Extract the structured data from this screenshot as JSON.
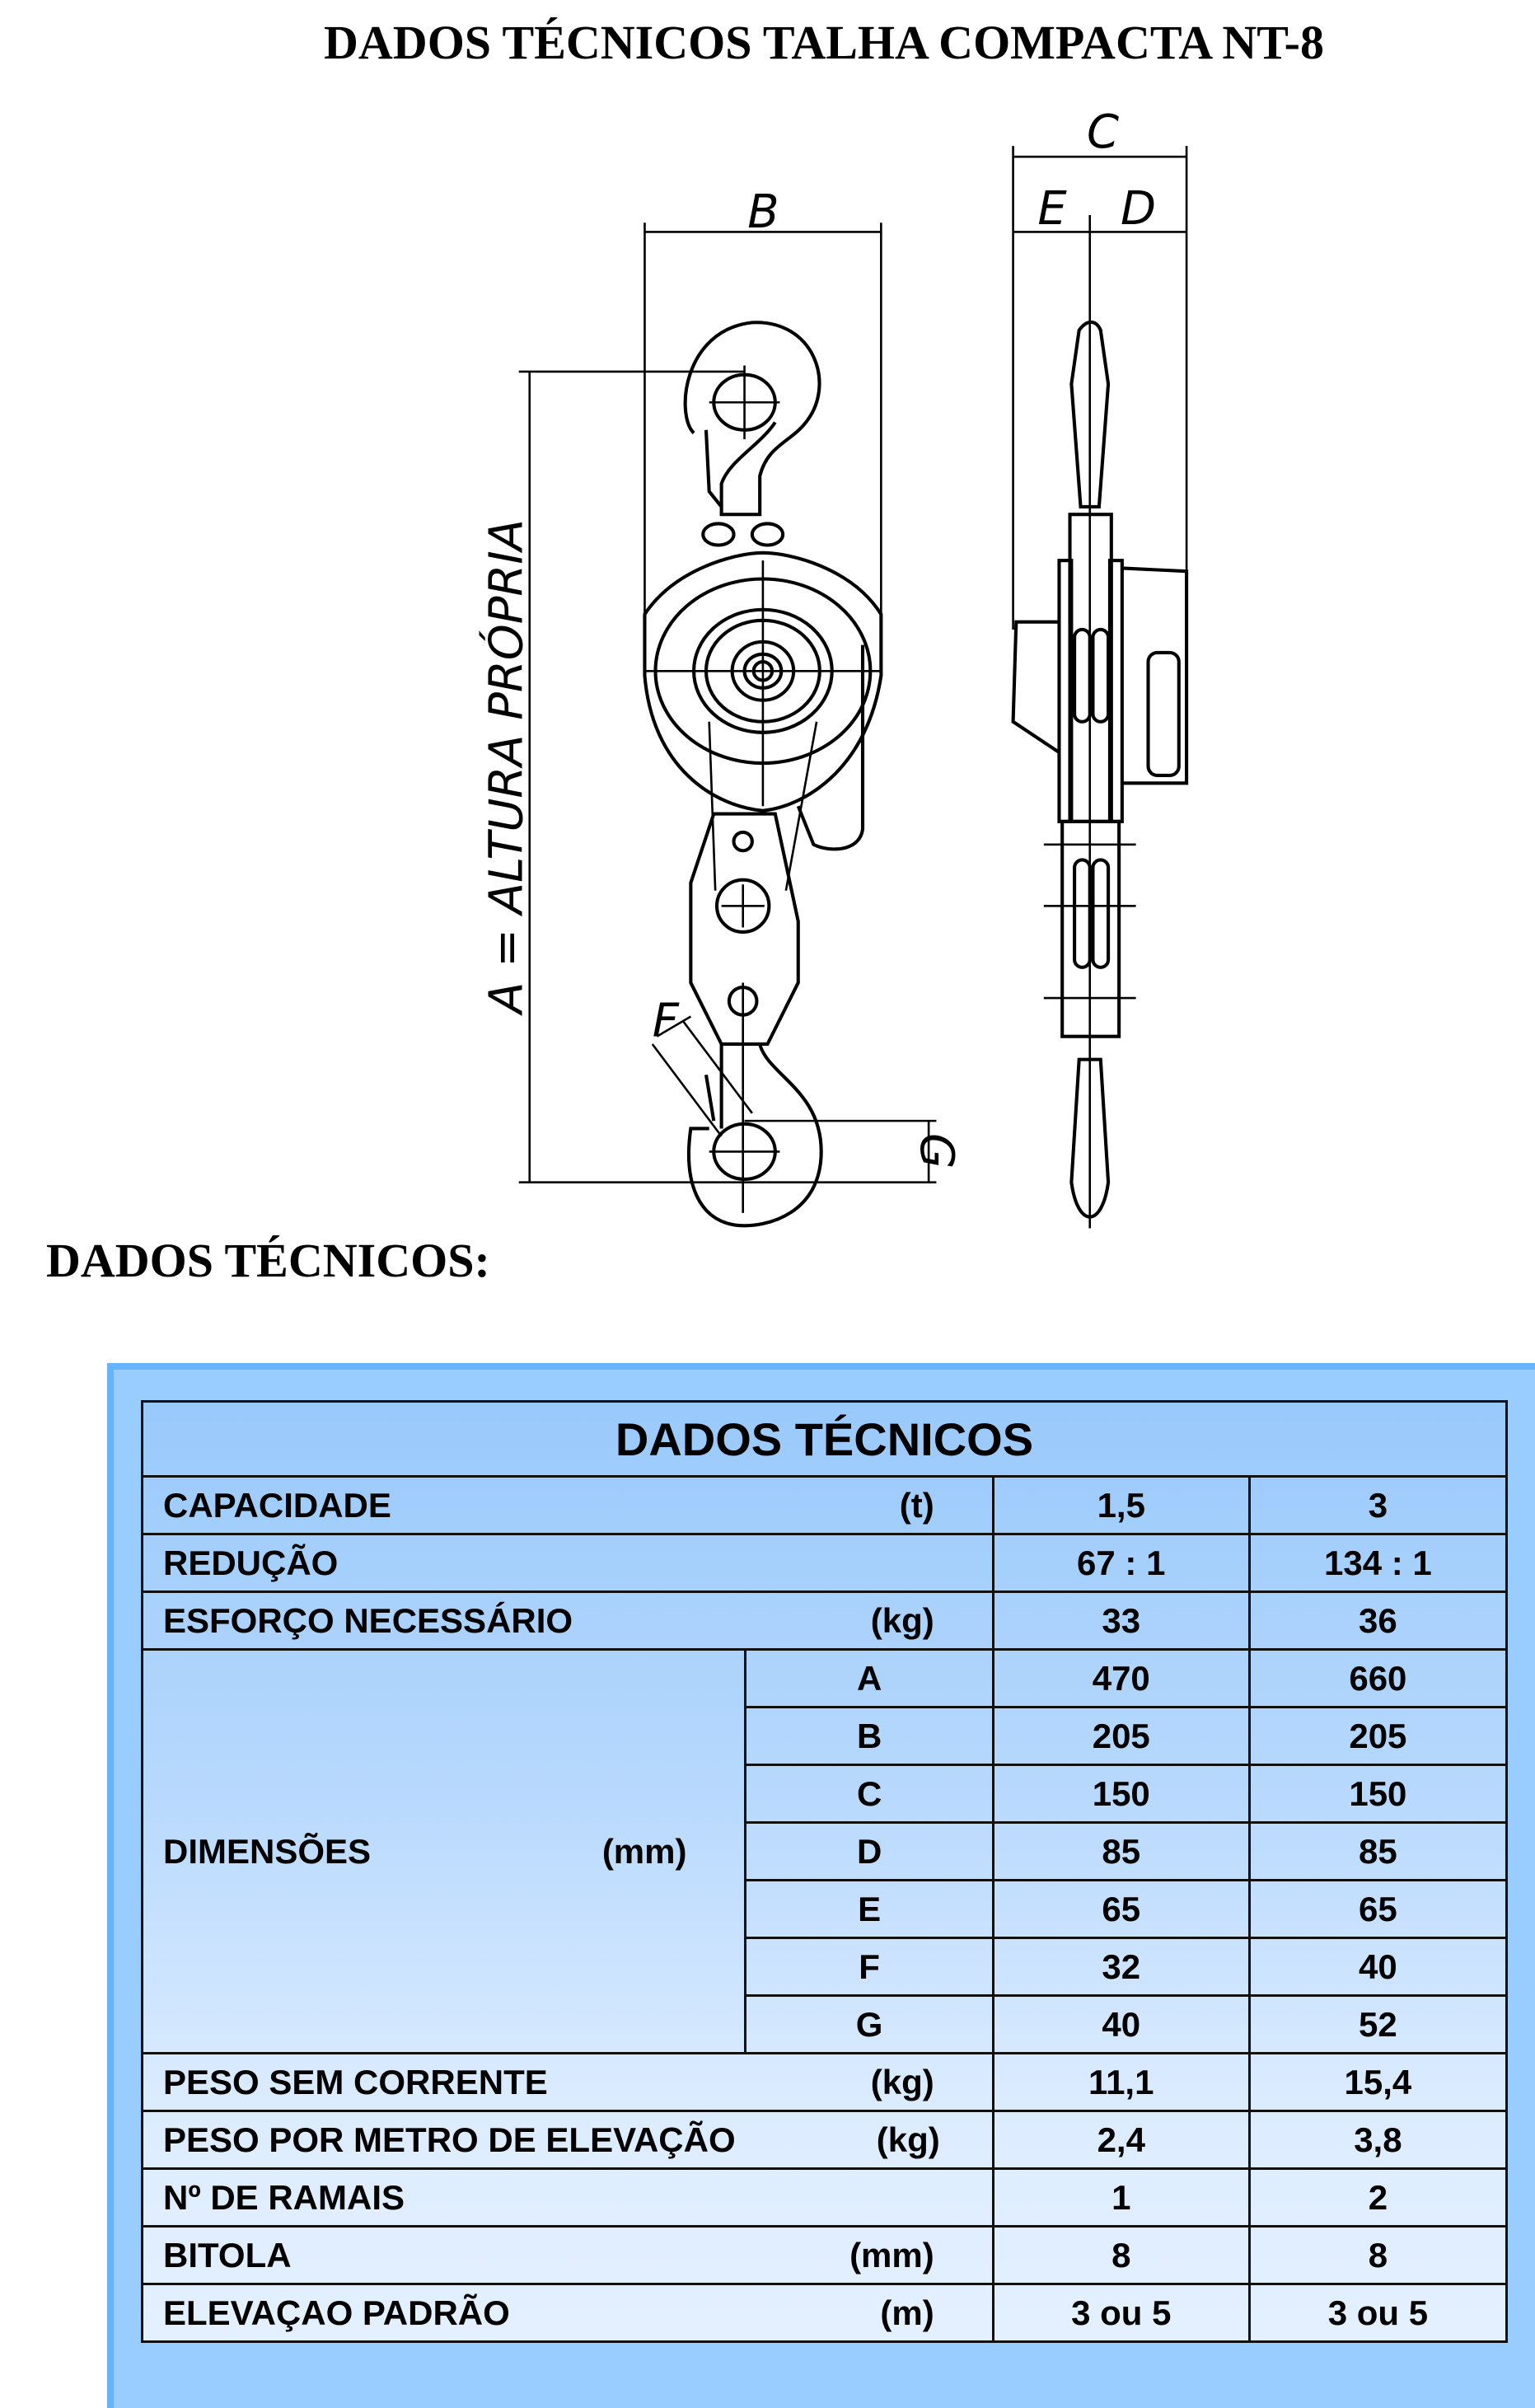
{
  "title": "DADOS TÉCNICOS TALHA COMPACTA NT-8",
  "subtitle": "DADOS TÉCNICOS:",
  "drawing": {
    "labels": {
      "A": "A = ALTURA PRÓPRIA",
      "B": "B",
      "C": "C",
      "D": "D",
      "E": "E",
      "F": "F",
      "G": "G"
    }
  },
  "table": {
    "header": "DADOS TÉCNICOS",
    "rows": [
      {
        "label": "CAPACIDADE",
        "unit": "(t)",
        "v1": "1,5",
        "v2": "3"
      },
      {
        "label": "REDUÇÃO",
        "unit": "",
        "v1": "67 : 1",
        "v2": "134 : 1"
      },
      {
        "label": "ESFORÇO NECESSÁRIO",
        "unit": "(kg)",
        "v1": "33",
        "v2": "36"
      }
    ],
    "dimensions": {
      "label": "DIMENSÕES",
      "unit": "(mm)",
      "items": [
        {
          "key": "A",
          "v1": "470",
          "v2": "660"
        },
        {
          "key": "B",
          "v1": "205",
          "v2": "205"
        },
        {
          "key": "C",
          "v1": "150",
          "v2": "150"
        },
        {
          "key": "D",
          "v1": "85",
          "v2": "85"
        },
        {
          "key": "E",
          "v1": "65",
          "v2": "65"
        },
        {
          "key": "F",
          "v1": "32",
          "v2": "40"
        },
        {
          "key": "G",
          "v1": "40",
          "v2": "52"
        }
      ]
    },
    "rows_after": [
      {
        "label": "PESO SEM CORRENTE",
        "unit": "(kg)",
        "v1": "11,1",
        "v2": "15,4"
      },
      {
        "label": "PESO POR METRO DE ELEVAÇÃO",
        "unit": "(kg)",
        "v1": "2,4",
        "v2": "3,8"
      },
      {
        "label": "Nº DE RAMAIS",
        "unit": "",
        "v1": "1",
        "v2": "2"
      },
      {
        "label": "BITOLA",
        "unit": "(mm)",
        "v1": "8",
        "v2": "8"
      },
      {
        "label": "ELEVAÇAO PADRÃO",
        "unit": "(m)",
        "v1": "3 ou 5",
        "v2": "3 ou 5"
      }
    ]
  }
}
